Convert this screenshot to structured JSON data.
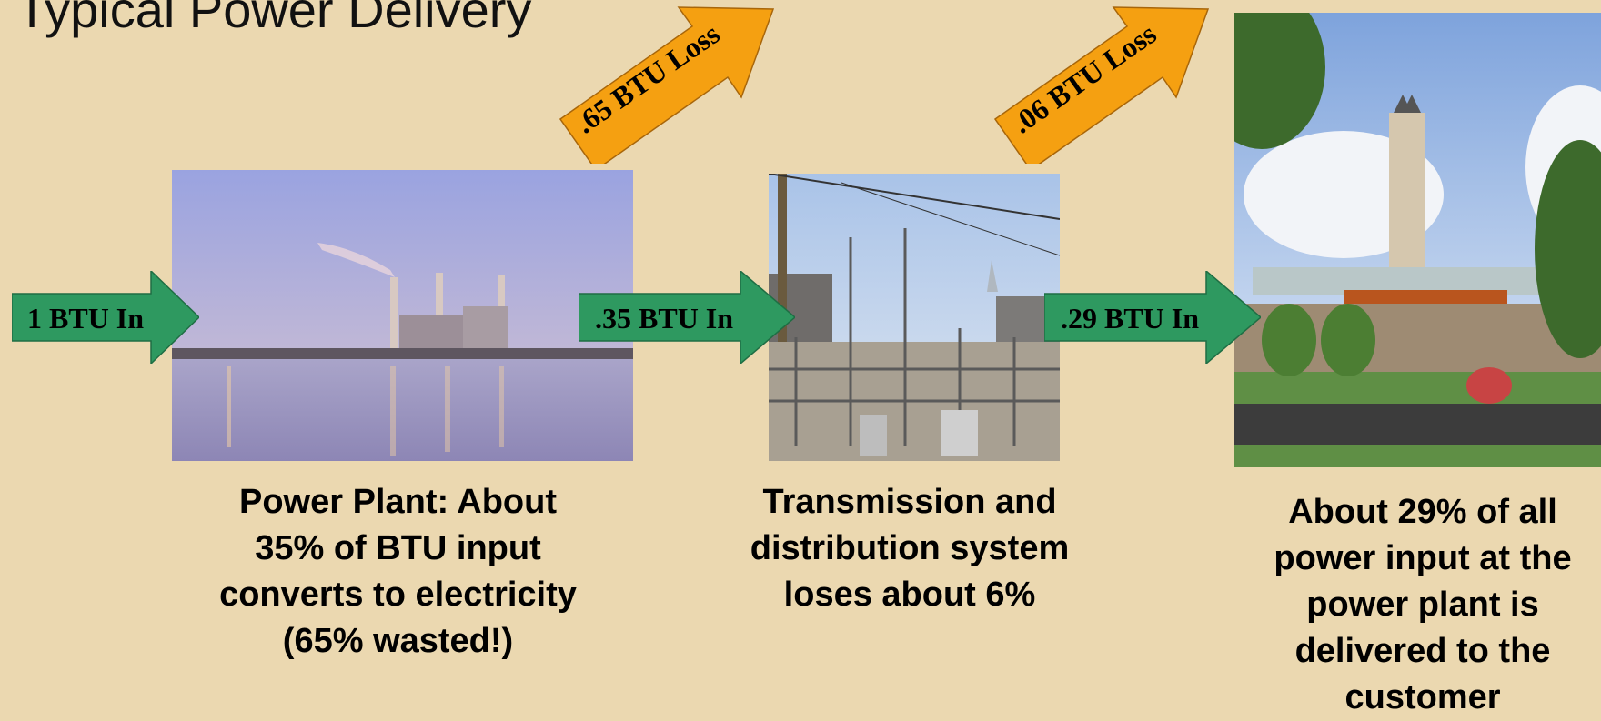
{
  "title": "Typical Power Delivery",
  "arrows_in": [
    ".35 BTU In",
    "1 BTU In",
    ".29 BTU In"
  ],
  "arrows_loss": [
    ".65 BTU Loss",
    ".06 BTU Loss"
  ],
  "captions": {
    "plant": [
      "Power Plant: About",
      "35% of BTU input",
      "converts to  electricity",
      "(65% wasted!)"
    ],
    "transmission": [
      "Transmission and",
      "distribution system",
      "loses about 6%"
    ],
    "customer": [
      "About 29% of all",
      "power input at the",
      "power plant is",
      "delivered to the",
      "customer"
    ]
  },
  "colors": {
    "background": "#ebd8b0",
    "in_arrow": "#2e9960",
    "loss_arrow": "#f5a011"
  }
}
